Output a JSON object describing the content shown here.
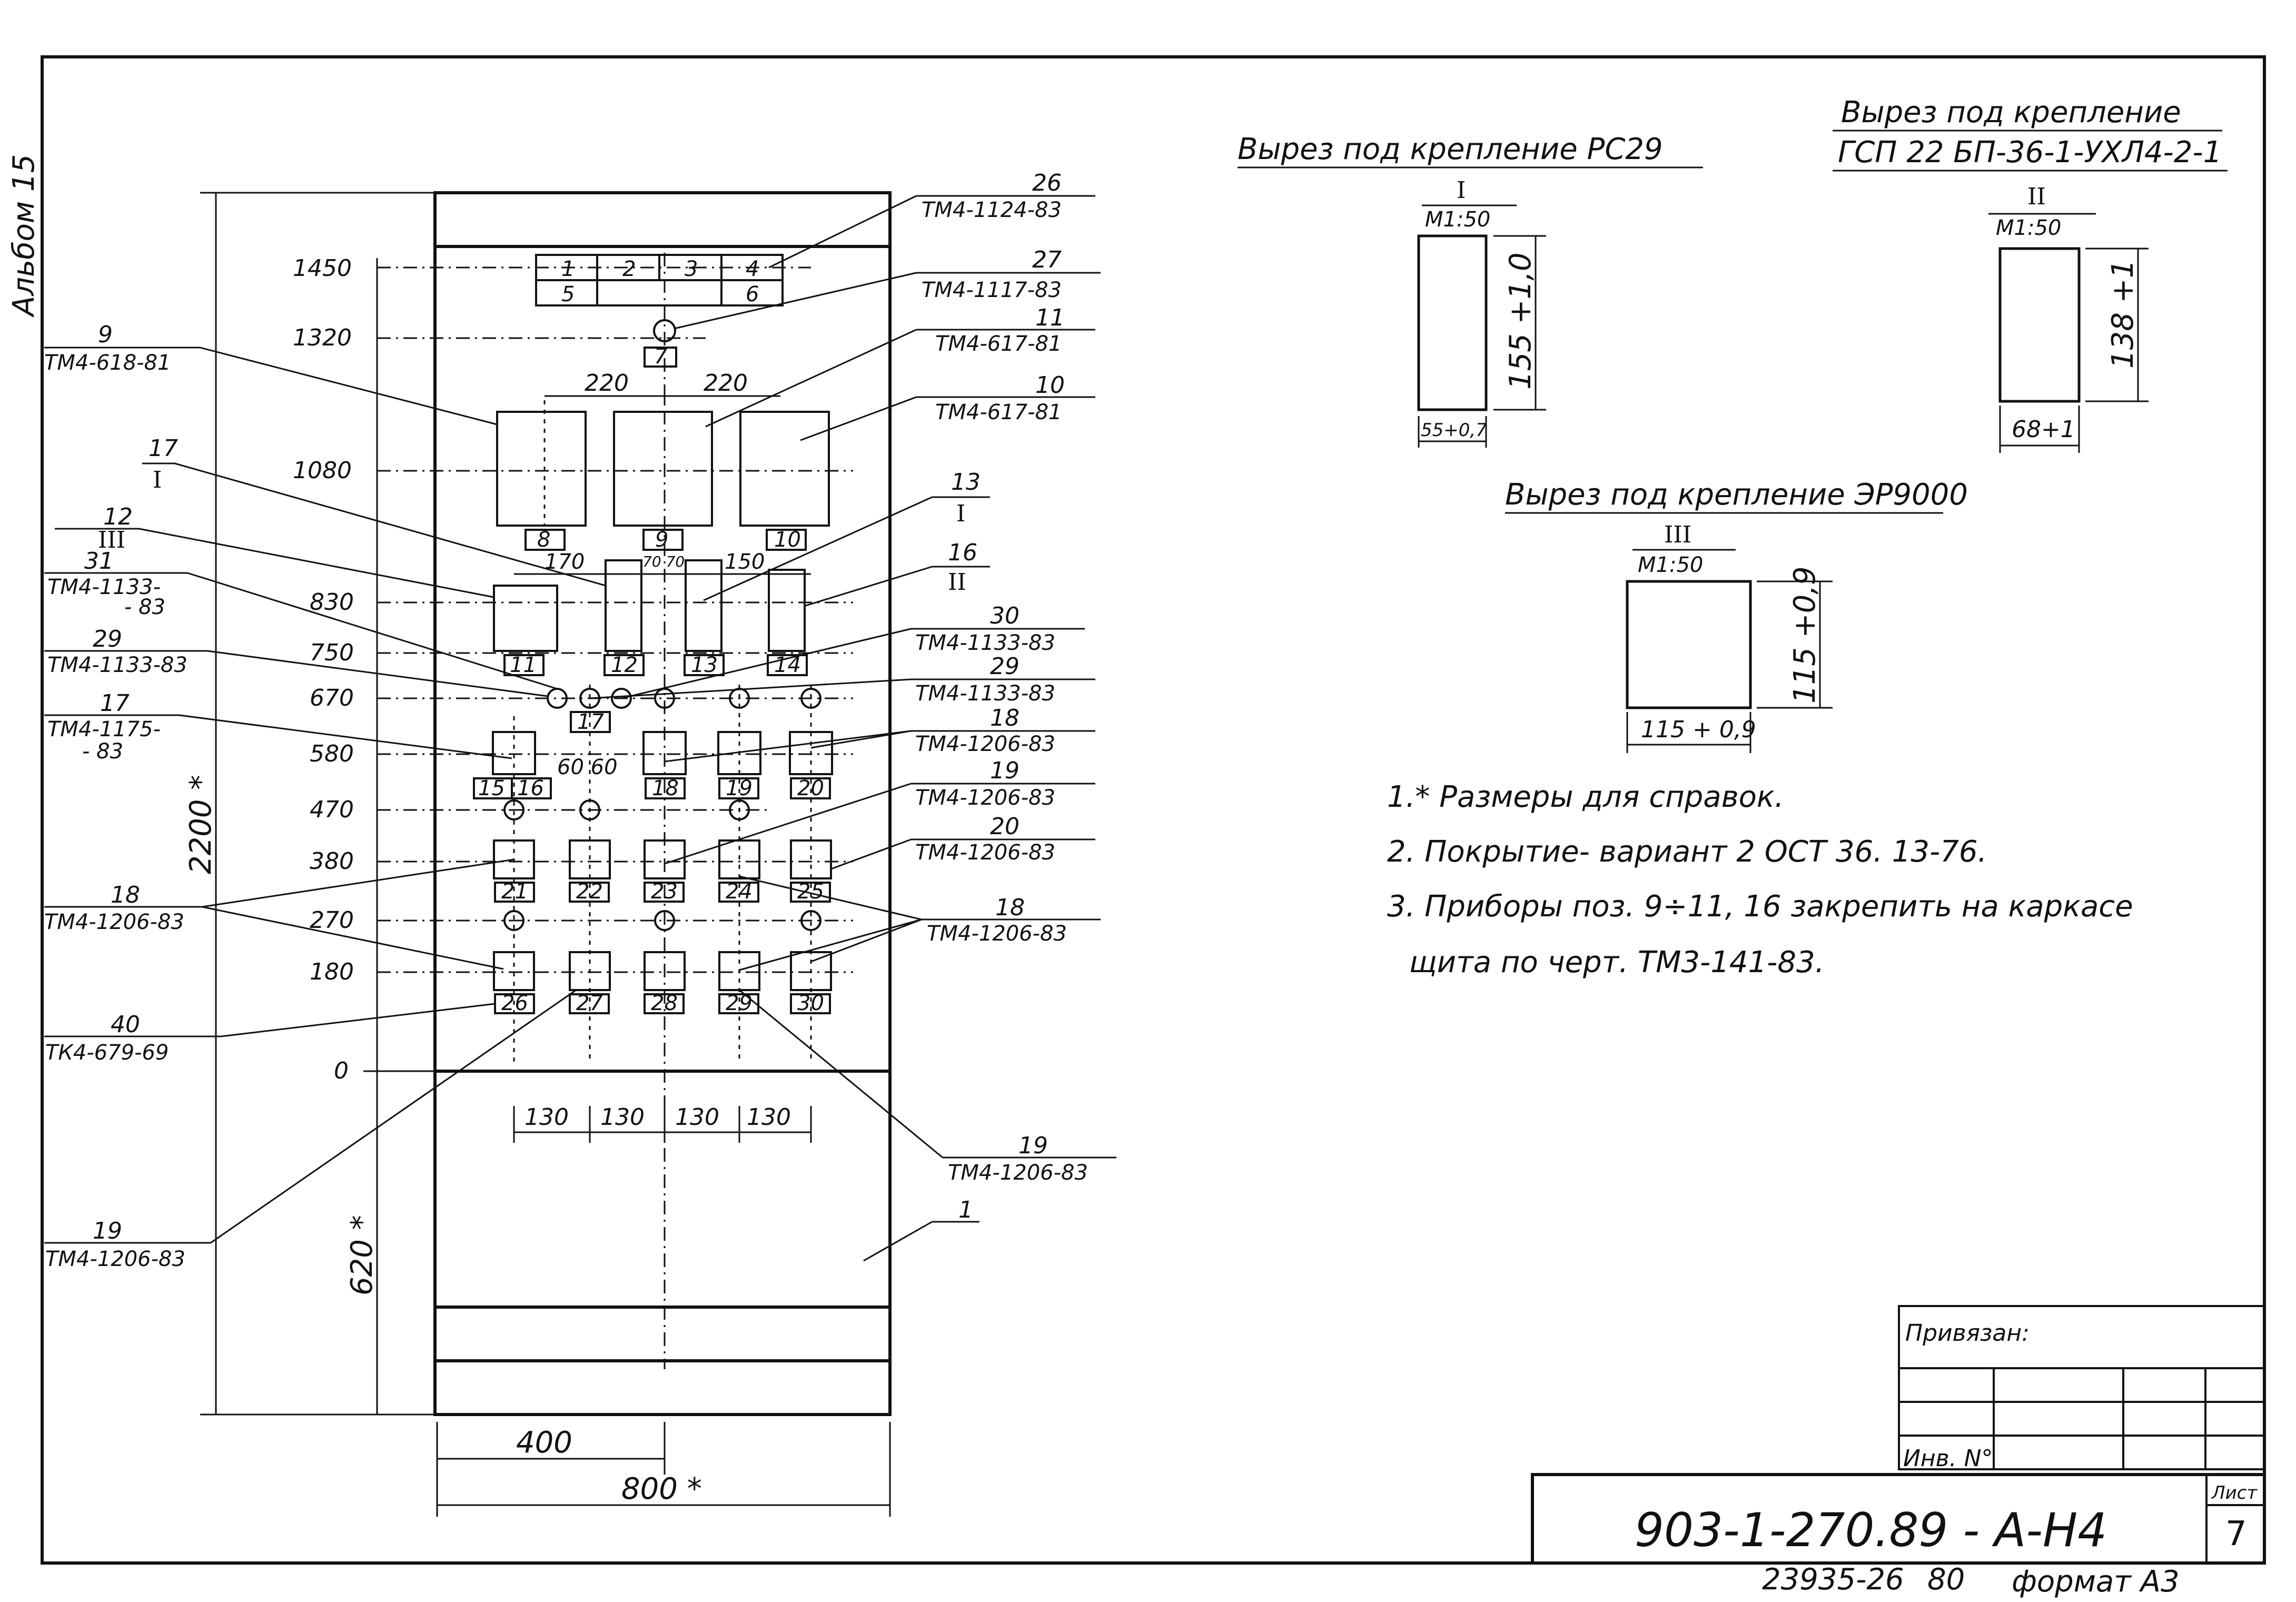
{
  "side_label": "Альбом 15",
  "elevations": [
    "1450",
    "1320",
    "1080",
    "830",
    "750",
    "670",
    "580",
    "470",
    "380",
    "270",
    "180",
    "0"
  ],
  "position_numbers": {
    "row_top": [
      "1",
      "2",
      "3",
      "4"
    ],
    "row_top2": [
      "5",
      "6"
    ],
    "p7": "7",
    "row_big": [
      "8",
      "9",
      "10"
    ],
    "row_mid": [
      "11",
      "12",
      "13",
      "14"
    ],
    "p17": "17",
    "row_580": [
      "15",
      "16",
      "18",
      "19",
      "20"
    ],
    "row_380": [
      "21",
      "22",
      "23",
      "24",
      "25"
    ],
    "row_180": [
      "26",
      "27",
      "28",
      "29",
      "30"
    ],
    "p1": "1"
  },
  "dims": {
    "d220a": "220",
    "d220b": "220",
    "d170": "170",
    "d7070": "70 70",
    "d150": "150",
    "d6060": "60 60",
    "d130": [
      "130",
      "130",
      "130",
      "130"
    ],
    "d400": "400",
    "d800": "800 *",
    "d2200": "2200 *",
    "d620": "620 *"
  },
  "callouts_left": [
    {
      "num": "9",
      "doc": "ТМ4-618-81"
    },
    {
      "num": "17",
      "sub": "I"
    },
    {
      "num": "12",
      "sub": "III"
    },
    {
      "num": "31",
      "doc": "ТМ4-1133-",
      "doc2": "- 83"
    },
    {
      "num": "29",
      "doc": "ТМ4-1133-83"
    },
    {
      "num": "17",
      "doc": "ТМ4-1175-",
      "doc2": "- 83"
    },
    {
      "num": "18",
      "doc": "ТМ4-1206-83"
    },
    {
      "num": "40",
      "doc": "ТК4-679-69"
    },
    {
      "num": "19",
      "doc": "ТМ4-1206-83"
    }
  ],
  "callouts_right": [
    {
      "num": "26",
      "doc": "ТМ4-1124-83"
    },
    {
      "num": "27",
      "doc": "ТМ4-1117-83"
    },
    {
      "num": "11",
      "doc": "ТМ4-617-81"
    },
    {
      "num": "10",
      "doc": "ТМ4-617-81"
    },
    {
      "num": "13",
      "sub": "I"
    },
    {
      "num": "16",
      "sub": "II"
    },
    {
      "num": "30",
      "doc": "ТМ4-1133-83"
    },
    {
      "num": "29",
      "doc": "ТМ4-1133-83"
    },
    {
      "num": "18",
      "doc": "ТМ4-1206-83"
    },
    {
      "num": "19",
      "doc": "ТМ4-1206-83"
    },
    {
      "num": "20",
      "doc": "ТМ4-1206-83"
    },
    {
      "num": "18",
      "doc": "ТМ4-1206-83"
    },
    {
      "num": "19",
      "doc": "ТМ4-1206-83"
    },
    {
      "num": "1"
    }
  ],
  "cutouts": {
    "c1": {
      "title": "Вырез под крепление РС29",
      "roman": "I",
      "scale": "М1:50",
      "h": "155 +1,0",
      "w": "55+0,7"
    },
    "c2": {
      "title1": "Вырез под крепление",
      "title2": "ГСП 22 БП-36-1-УХЛ4-2-1",
      "roman": "II",
      "scale": "М1:50",
      "h": "138 +1",
      "w": "68+1"
    },
    "c3": {
      "title": "Вырез под крепление ЭР9000",
      "roman": "III",
      "scale": "М1:50",
      "h": "115 +0,9",
      "w": "115 + 0,9"
    }
  },
  "notes": [
    "1.* Размеры для справок.",
    "2. Покрытие- вариант 2 ОСТ 36. 13-76.",
    "3. Приборы поз. 9÷11, 16 закрепить на каркасе",
    "щита по черт. ТМ3-141-83."
  ],
  "title_block": {
    "bound_label": "Привязан:",
    "inv_label": "Инв. N°",
    "code": "903-1-270.89 - А-Н4",
    "sheet_label": "Лист",
    "sheet": "7",
    "footer_num": "23935-26",
    "footer_num2": "80",
    "format": "формат А3"
  }
}
